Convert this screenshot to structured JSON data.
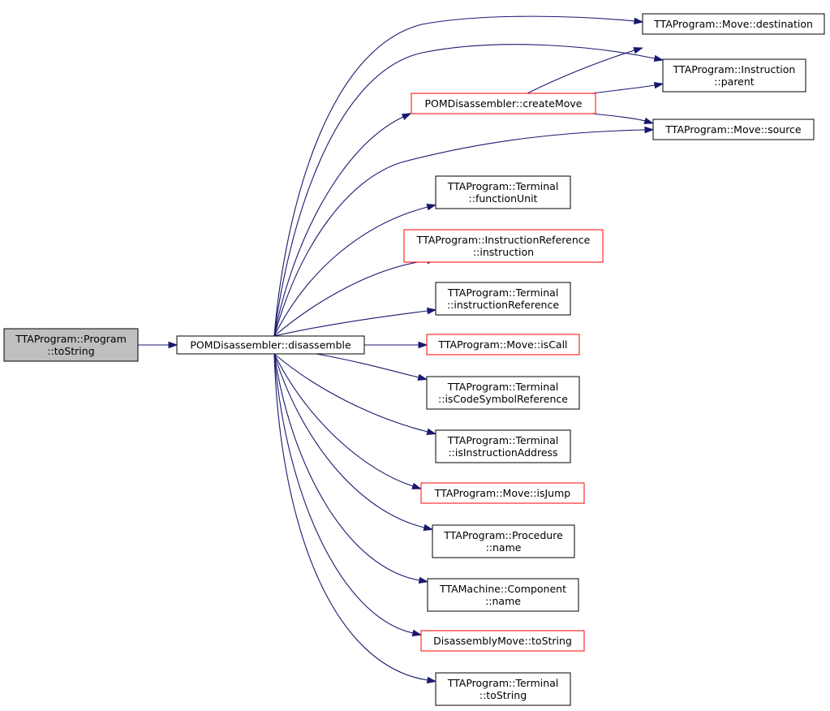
{
  "colors": {
    "edge": "#191970",
    "normal_border": "#000000",
    "truncated_border": "#ff0000",
    "root_fill": "#bfbfbf",
    "node_fill": "#ffffff"
  },
  "nodes": [
    {
      "id": "root",
      "lines": [
        "TTAProgram::Program",
        "::toString"
      ],
      "style": "root"
    },
    {
      "id": "disassemble",
      "lines": [
        "POMDisassembler::disassemble"
      ],
      "style": "normal"
    },
    {
      "id": "destination",
      "lines": [
        "TTAProgram::Move::destination"
      ],
      "style": "normal"
    },
    {
      "id": "parent",
      "lines": [
        "TTAProgram::Instruction",
        "::parent"
      ],
      "style": "normal"
    },
    {
      "id": "createMove",
      "lines": [
        "POMDisassembler::createMove"
      ],
      "style": "truncated"
    },
    {
      "id": "source",
      "lines": [
        "TTAProgram::Move::source"
      ],
      "style": "normal"
    },
    {
      "id": "functionUnit",
      "lines": [
        "TTAProgram::Terminal",
        "::functionUnit"
      ],
      "style": "normal"
    },
    {
      "id": "instruction",
      "lines": [
        "TTAProgram::InstructionReference",
        "::instruction"
      ],
      "style": "truncated"
    },
    {
      "id": "instructionReference",
      "lines": [
        "TTAProgram::Terminal",
        "::instructionReference"
      ],
      "style": "normal"
    },
    {
      "id": "isCall",
      "lines": [
        "TTAProgram::Move::isCall"
      ],
      "style": "truncated"
    },
    {
      "id": "isCodeSymbolReference",
      "lines": [
        "TTAProgram::Terminal",
        "::isCodeSymbolReference"
      ],
      "style": "normal"
    },
    {
      "id": "isInstructionAddress",
      "lines": [
        "TTAProgram::Terminal",
        "::isInstructionAddress"
      ],
      "style": "normal"
    },
    {
      "id": "isJump",
      "lines": [
        "TTAProgram::Move::isJump"
      ],
      "style": "truncated"
    },
    {
      "id": "procName",
      "lines": [
        "TTAProgram::Procedure",
        "::name"
      ],
      "style": "normal"
    },
    {
      "id": "compName",
      "lines": [
        "TTAMachine::Component",
        "::name"
      ],
      "style": "normal"
    },
    {
      "id": "dmToString",
      "lines": [
        "DisassemblyMove::toString"
      ],
      "style": "truncated"
    },
    {
      "id": "termToString",
      "lines": [
        "TTAProgram::Terminal",
        "::toString"
      ],
      "style": "normal"
    }
  ],
  "edges": [
    {
      "from": "root",
      "to": "disassemble"
    },
    {
      "from": "disassemble",
      "to": "destination"
    },
    {
      "from": "disassemble",
      "to": "parent"
    },
    {
      "from": "disassemble",
      "to": "createMove"
    },
    {
      "from": "disassemble",
      "to": "source"
    },
    {
      "from": "disassemble",
      "to": "functionUnit"
    },
    {
      "from": "disassemble",
      "to": "instruction"
    },
    {
      "from": "disassemble",
      "to": "instructionReference"
    },
    {
      "from": "disassemble",
      "to": "isCall"
    },
    {
      "from": "disassemble",
      "to": "isCodeSymbolReference"
    },
    {
      "from": "disassemble",
      "to": "isInstructionAddress"
    },
    {
      "from": "disassemble",
      "to": "isJump"
    },
    {
      "from": "disassemble",
      "to": "procName"
    },
    {
      "from": "disassemble",
      "to": "compName"
    },
    {
      "from": "disassemble",
      "to": "dmToString"
    },
    {
      "from": "disassemble",
      "to": "termToString"
    },
    {
      "from": "createMove",
      "to": "destination"
    },
    {
      "from": "createMove",
      "to": "parent"
    },
    {
      "from": "createMove",
      "to": "source"
    }
  ]
}
